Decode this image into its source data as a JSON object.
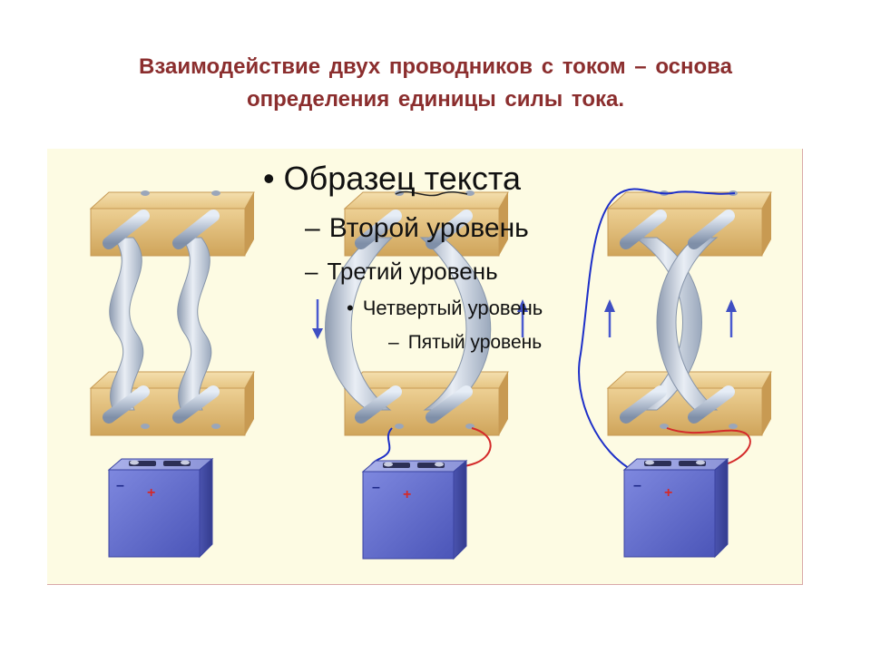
{
  "title": {
    "line1": "Взаимодействие  двух  проводников с током – основа",
    "line2": "определения единицы  силы  тока."
  },
  "placeholder_text": {
    "level1": "Образец текста",
    "level2": "Второй уровень",
    "level3": "Третий уровень",
    "level4": "Четвертый уровень",
    "level5": "Пятый уровень"
  },
  "markers": {
    "bullet": "•",
    "dash": "–"
  },
  "battery_labels": {
    "minus": "–",
    "plus": "+"
  },
  "colors": {
    "title": "#8b2e2e",
    "panel_bg": "#fdfbe3",
    "wood": "#e2bb72",
    "strip": "#b7c3d2",
    "battery": "#5b65c8",
    "arrow": "#3f4fc2",
    "wire_negative": "#1d2fc8",
    "wire_positive": "#d42a2a"
  },
  "diagram": {
    "setups": [
      {
        "name": "no-current",
        "strips": "parallel",
        "arrows": []
      },
      {
        "name": "opposite-currents",
        "strips": "repel",
        "arrows": [
          "down",
          "up"
        ]
      },
      {
        "name": "same-direction-currents",
        "strips": "attract",
        "arrows": [
          "up",
          "up"
        ]
      }
    ]
  }
}
